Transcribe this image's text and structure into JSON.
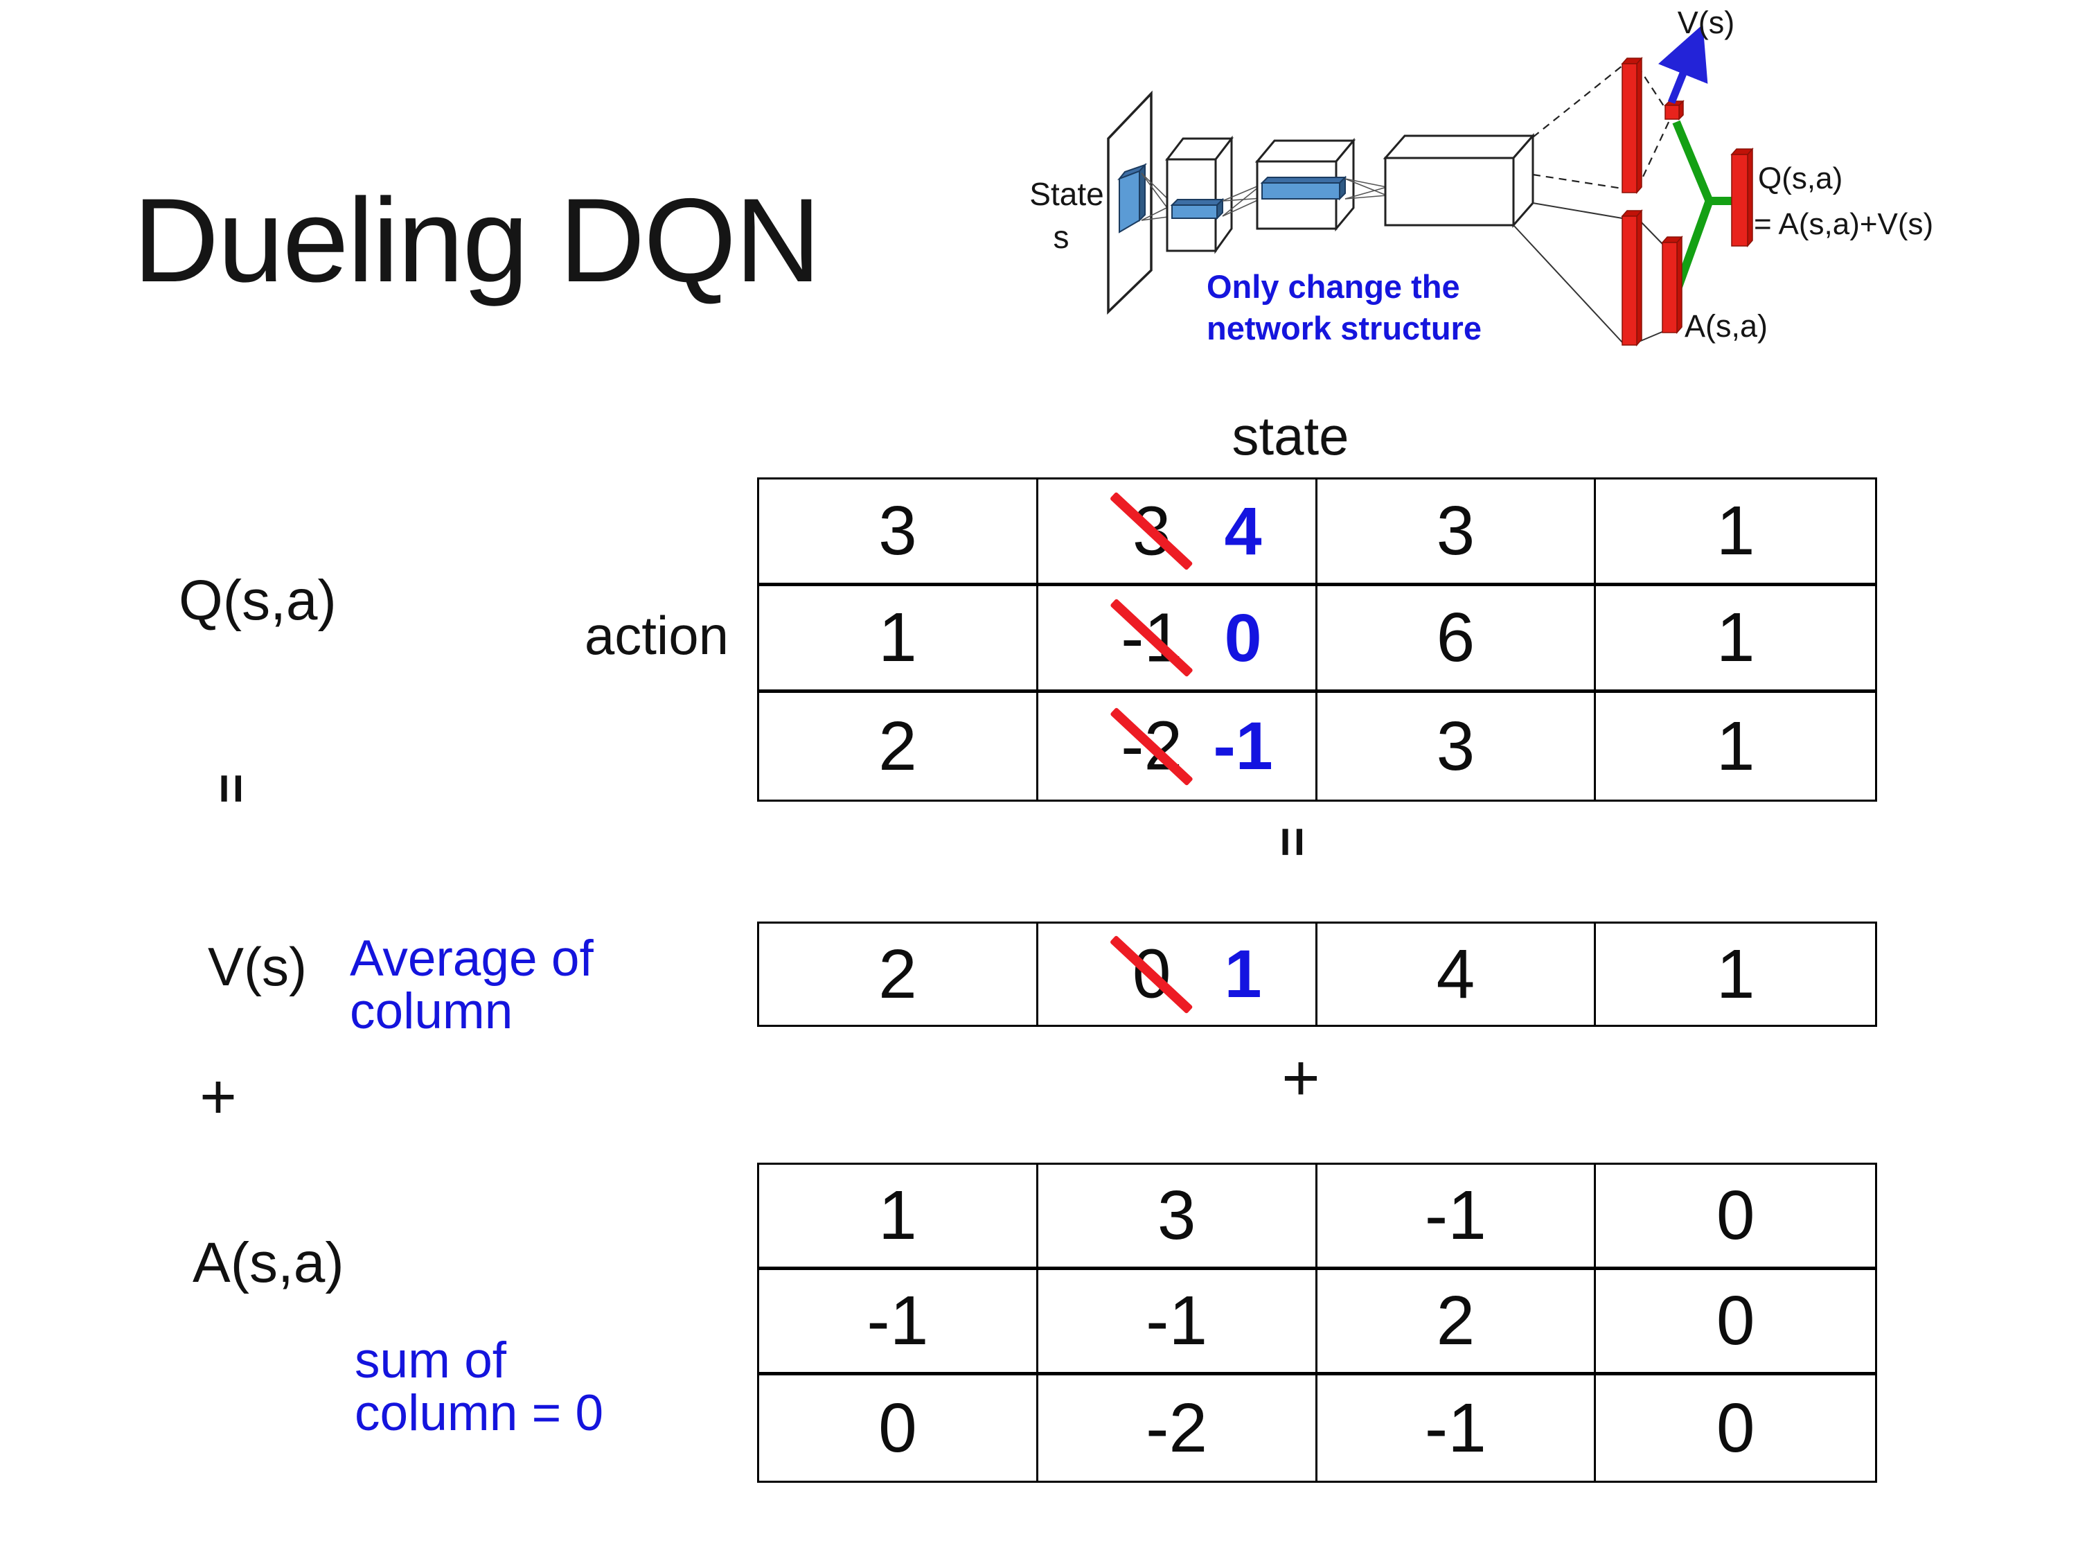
{
  "slide": {
    "title": "Dueling DQN"
  },
  "colors": {
    "strike_red": "#ed1c24",
    "bar_red": "#e8231c",
    "accent_blue": "#1414dd",
    "box_blue": "#5b9bd5",
    "green": "#14a014"
  },
  "equation": {
    "q_label": "Q(s,a)",
    "equals_left": "=",
    "v_label": "V(s)",
    "plus_left": "+",
    "a_label": "A(s,a)",
    "equals_mid": "=",
    "plus_mid": "+",
    "state_header": "state",
    "action_label": "action",
    "avg_note_line1": "Average of",
    "avg_note_line2": "column",
    "sum_note_line1": "sum of",
    "sum_note_line2": "column = 0"
  },
  "q_table": {
    "rows": [
      {
        "c1": "3",
        "old": "3",
        "new": "4",
        "c3": "3",
        "c4": "1"
      },
      {
        "c1": "1",
        "old": "-1",
        "new": "0",
        "c3": "6",
        "c4": "1"
      },
      {
        "c1": "2",
        "old": "-2",
        "new": "-1",
        "c3": "3",
        "c4": "1"
      }
    ]
  },
  "v_table": {
    "row": {
      "c1": "2",
      "old": "0",
      "new": "1",
      "c3": "4",
      "c4": "1"
    }
  },
  "a_table": {
    "rows": [
      [
        "1",
        "3",
        "-1",
        "0"
      ],
      [
        "-1",
        "-1",
        "2",
        "0"
      ],
      [
        "0",
        "-2",
        "-1",
        "0"
      ]
    ]
  },
  "diagram": {
    "state_line1": "State",
    "state_line2": "s",
    "v_out_label": "V(s)",
    "a_out_label": "A(s,a)",
    "q_out_line1": "Q(s,a)",
    "q_out_line2": "= A(s,a)+V(s)",
    "annotation_line1": "Only change the",
    "annotation_line2": "network structure"
  }
}
